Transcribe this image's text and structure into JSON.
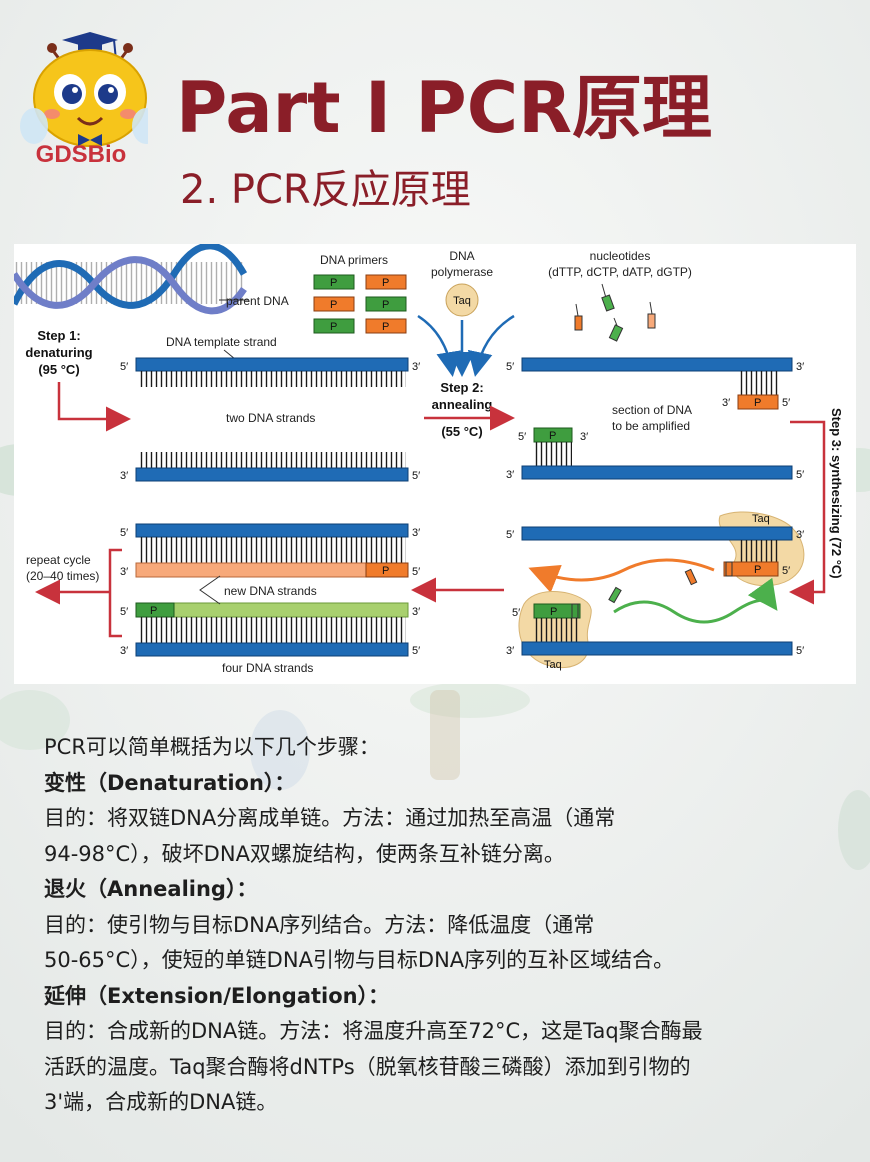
{
  "logo": {
    "text": "GDSBio"
  },
  "header": {
    "title": "Part I PCR原理",
    "subtitle": "2. PCR反应原理"
  },
  "diagram": {
    "step1": {
      "line1": "Step 1:",
      "line2": "denaturing",
      "line3": "(95 °C)"
    },
    "step2": {
      "line1": "Step 2:",
      "line2": "annealing",
      "line3": "(55 °C)"
    },
    "step3": "Step 3: synthesizing (72 °C)",
    "parent_dna": "parent DNA",
    "dna_primers": "DNA primers",
    "dna_polymerase_1": "DNA",
    "dna_polymerase_2": "polymerase",
    "taq": "Taq",
    "nucleotides": "nucleotides",
    "nucleotides_list": "(dTTP, dCTP, dATP, dGTP)",
    "template_strand": "DNA template strand",
    "two_strands": "two DNA strands",
    "section_1": "section of DNA",
    "section_2": "to be amplified",
    "repeat_1": "repeat cycle",
    "repeat_2": "(20–40 times)",
    "new_strands": "new DNA strands",
    "four_strands": "four DNA strands",
    "primer_letter": "P",
    "five_prime": "5′",
    "three_prime": "3′"
  },
  "colors": {
    "title": "#8a1e28",
    "strand_blue": "#1f6bb5",
    "primer_green": "#3f9d3f",
    "primer_orange": "#f07b2b",
    "new_strand_orange": "#f7a97a",
    "new_strand_green": "#a8d06e",
    "arrow_red": "#c8323c",
    "taq_blob": "#f3d9a5"
  },
  "body": {
    "intro": "PCR可以简单概括为以下几个步骤：",
    "den_head": "变性（Denaturation）：",
    "den_1": "目的：将双链DNA分离成单链。方法：通过加热至高温（通常",
    "den_2": "94-98°C），破坏DNA双螺旋结构，使两条互补链分离。",
    "ann_head": "退火（Annealing）：",
    "ann_1": "目的：使引物与目标DNA序列结合。方法：降低温度（通常",
    "ann_2": "50-65°C），使短的单链DNA引物与目标DNA序列的互补区域结合。",
    "ext_head": "延伸（Extension/Elongation）：",
    "ext_1": "目的：合成新的DNA链。方法：将温度升高至72°C，这是Taq聚合酶最",
    "ext_2": "活跃的温度。Taq聚合酶将dNTPs（脱氧核苷酸三磷酸）添加到引物的",
    "ext_3": "3'端，合成新的DNA链。"
  }
}
